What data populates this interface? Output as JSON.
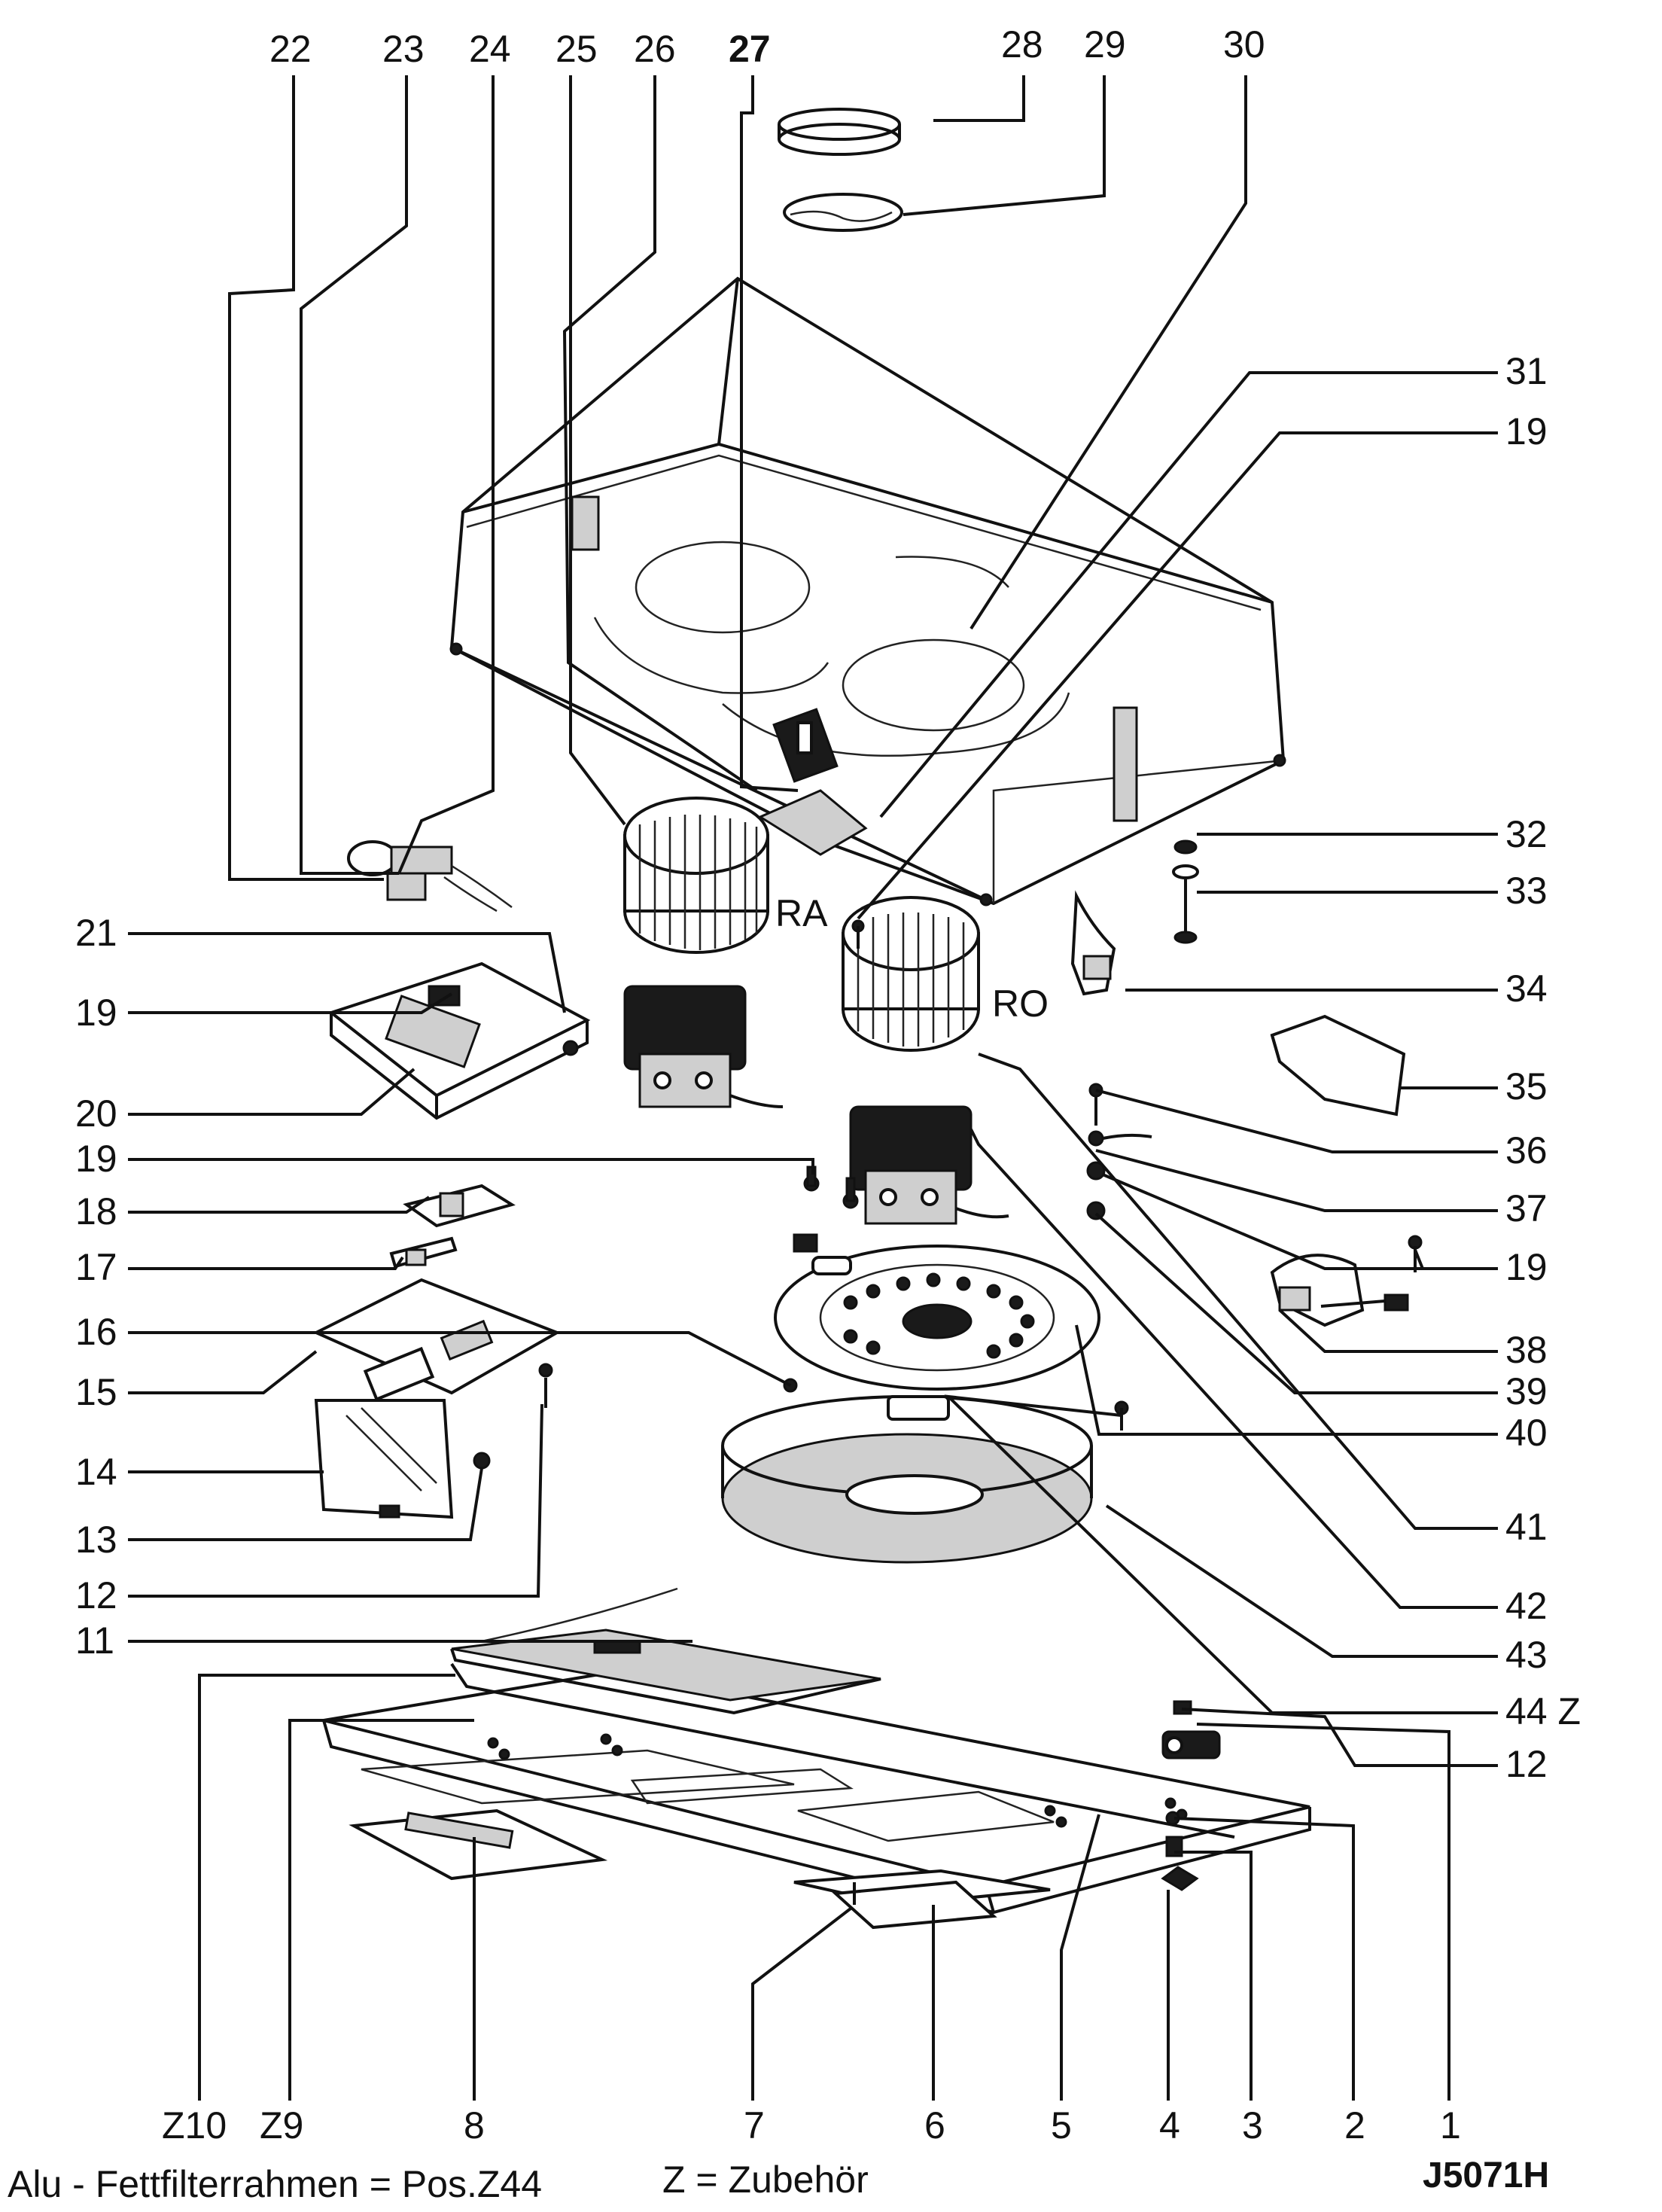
{
  "callouts_top": [
    "22",
    "23",
    "24",
    "25",
    "26",
    "27",
    "28",
    "29",
    "30"
  ],
  "callouts_right": [
    "31",
    "19",
    "32",
    "33",
    "34",
    "35",
    "36",
    "37",
    "19",
    "38",
    "39",
    "40",
    "41",
    "42",
    "43",
    "44 Z",
    "12"
  ],
  "callouts_left": [
    "21",
    "19",
    "20",
    "19",
    "18",
    "17",
    "16",
    "15",
    "14",
    "13",
    "12",
    "11"
  ],
  "callouts_bottom": [
    "Z10",
    "Z9",
    "8",
    "7",
    "6",
    "5",
    "4",
    "3",
    "2",
    "1"
  ],
  "blower_labels": {
    "left": "RA",
    "right": "RO"
  },
  "footer": {
    "note": "Alu - Fettfilterrahmen = Pos.Z44",
    "legend": "Z = Zubehör",
    "drawing_code": "J5071H"
  }
}
